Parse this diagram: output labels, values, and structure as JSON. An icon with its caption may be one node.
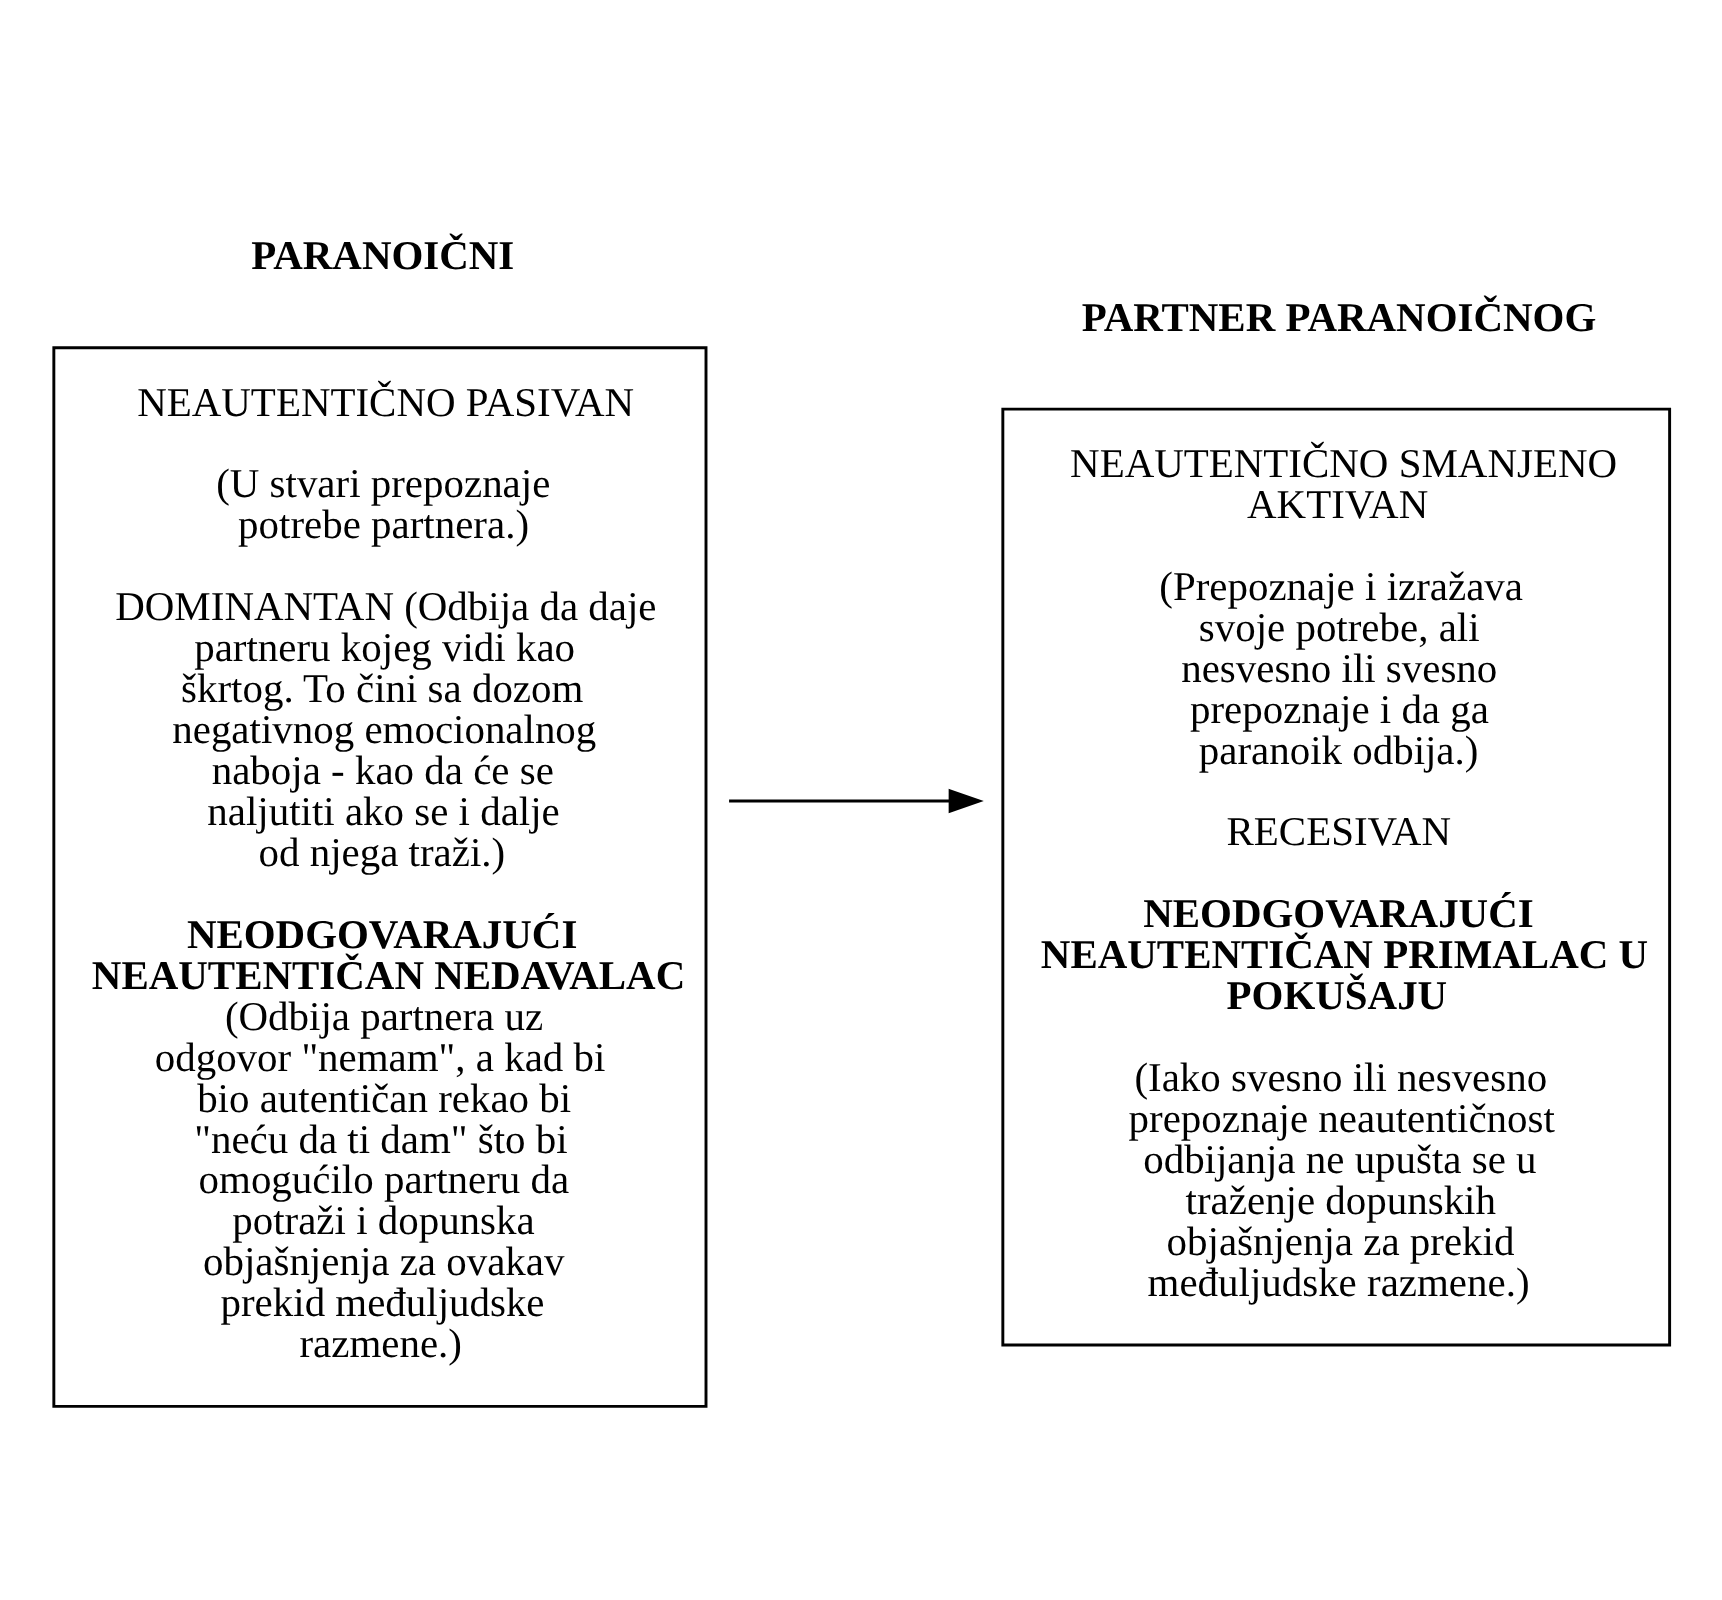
{
  "diagram": {
    "nodes": [
      {
        "text": [
          "PARANOIČNI",
          "NEAUTENTIČNO PASIVAN",
          "(U stvari prepoznaje potrebe partnera.)",
          "DOMINANTAN (Odbija da daje partneru kojeg vidi kao škrtog. To čini sa dozom negativnog emocionalnog naboja - kao da će se naljutiti ako se i dalje od njega traži.)",
          "**NEODGOVARAJUĆI NEAUTENTIČAN NEDAVALAC** (Odbija partnera uz odgovor \"nemam\", a kad bi bio autentičan rekao bi \"neću da ti dam\" što bi omogućilo partneru da potraži i dopunska objašnjenja za ovakav prekid međuljudske razmene.)"
        ]
      },
      {
        "text": [
          "PARTNER PARANOIČNOG",
          "NEAUTENTIČNO SMANJENO AKTIVAN",
          "(Prepoznaje i izražava svoje potrebe, ali nesvesno ili svesno prepoznaje i da ga paranoik odbija.)",
          "RECESIVAN",
          "**NEODGOVARAJUĆI NEAUTENTIČAN PRIMALAC U POKUŠAJU**",
          "(Iako svesno ili nesvesno prepoznaje neautentičnost odbijanja ne upušta se u traženje dopunskih objašnjenja za prekid međuljudske razmene.)"
        ]
      }
    ],
    "edges": [
      {
        "from": 0,
        "to": 1,
        "arrow": "to"
      }
    ]
  }
}
